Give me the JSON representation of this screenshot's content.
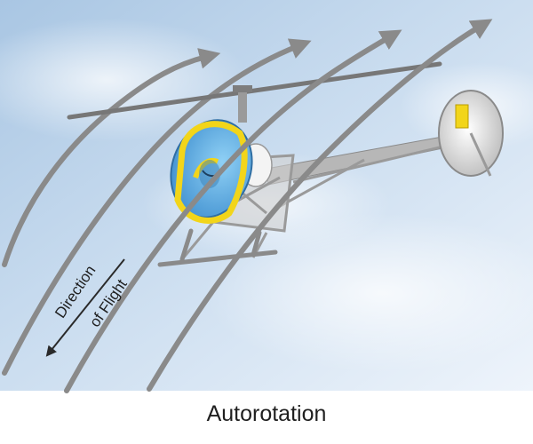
{
  "diagram": {
    "caption": "Autorotation",
    "direction_label": {
      "line1": "Direction",
      "line2": "of Flight"
    },
    "colors": {
      "sky_light": "#e8f1fa",
      "sky_mid": "#c9dcef",
      "sky_dark": "#a9c6e3",
      "airflow": "#8a8a8a",
      "canopy": "#5aa8dd",
      "frame_yellow": "#f2d51a",
      "structure": "#9a9a9a",
      "text": "#1f1f1f"
    }
  }
}
